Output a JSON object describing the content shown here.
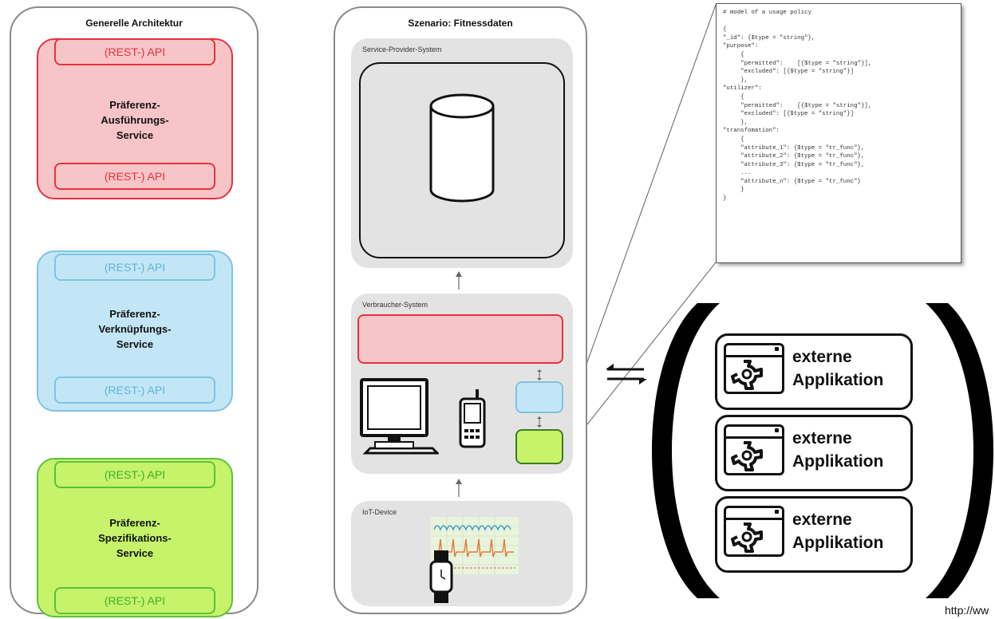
{
  "left_panel": {
    "title": "Generelle Architektur",
    "services": [
      {
        "api_top": "(REST-) API",
        "name_lines": [
          "Präferenz-",
          "Ausführungs-",
          "Service"
        ],
        "api_bottom": "(REST-) API"
      },
      {
        "api_top": "(REST-) API",
        "name_lines": [
          "Präferenz-",
          "Verknüpfungs-",
          "Service"
        ],
        "api_bottom": "(REST-) API"
      },
      {
        "api_top": "(REST-) API",
        "name_lines": [
          "Präferenz-",
          "Spezifikations-",
          "Service"
        ],
        "api_bottom": "(REST-) API"
      }
    ]
  },
  "middle_panel": {
    "title": "Szenario: Fitnessdaten",
    "service_provider_label": "Service-Provider-System",
    "consumer_label": "Verbraucher-System",
    "iot_label": "IoT-Device"
  },
  "policy_code": [
    "# model of a usage policy",
    "",
    "{",
    "\"_id\": {$type = \"string\"},",
    "\"purpose\":",
    "     {",
    "     \"permitted\":    [{$type = \"string\"}],",
    "     \"excluded\": [{$type = \"string\"}]",
    "     },",
    "\"utilizer\":",
    "     {",
    "     \"permitted\":    [{$type = \"string\"}],",
    "     \"excluded\": [{$type = \"string\"}]",
    "     },",
    "\"transfomation\":",
    "     {",
    "     \"attribute_1\": {$type = \"tr_func\"},",
    "     \"attribute_2\": {$type = \"tr_func\"},",
    "     \"attribute_3\": {$type = \"tr_func\"},",
    "     ...",
    "     \"attribute_n\": {$type = \"tr_func\"}",
    "     }",
    "}"
  ],
  "external_apps": [
    {
      "line1": "externe",
      "line2": "Applikation"
    },
    {
      "line1": "externe",
      "line2": "Applikation"
    },
    {
      "line1": "externe",
      "line2": "Applikation"
    }
  ],
  "footer_url": "http://ww",
  "colors": {
    "red": "#e8323c",
    "blue": "#7ec4e2",
    "green": "#5cc13a",
    "panel_border": "#8a8a8a",
    "subsystem_bg": "#e3e3e3"
  },
  "icons": [
    "database-cylinder-icon",
    "desktop-computer-icon",
    "mobile-phone-icon",
    "smartwatch-icon",
    "heart-rate-chart-icon",
    "exchange-arrows-icon",
    "application-gear-icon"
  ]
}
